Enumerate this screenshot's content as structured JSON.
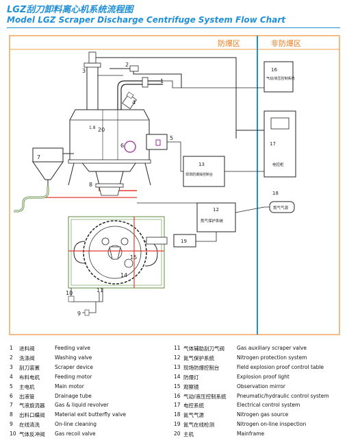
{
  "title": {
    "cn": "LGZ刮刀卸料离心机系统流程图",
    "en": "Model LGZ Scraper Discharge Centrifuge System Flow Chart"
  },
  "zones": {
    "explosion_proof": "防爆区",
    "non_explosion_proof": "非防爆区"
  },
  "diagram_labels": {
    "n1": "1",
    "n2": "2",
    "n3": "3",
    "n4": "4",
    "n5": "5",
    "n6": "6",
    "n7": "7",
    "n8": "8",
    "n9": "9",
    "n10": "10",
    "n11": "11",
    "n12": "12",
    "n13": "13",
    "n14": "14",
    "n15": "15",
    "n16": "16",
    "n17": "17",
    "n18": "18",
    "n19": "19",
    "n20": "20",
    "b16_text": "气动/液压控制系统",
    "b13_text": "现场防爆操控制台",
    "b12_text": "氮气保护系统",
    "b17_text": "电控柜",
    "b18_text": "氮气气源",
    "mark_18": "1.8"
  },
  "legend": [
    {
      "num": "1",
      "cn": "进料阀",
      "en": "Feeding valve"
    },
    {
      "num": "2",
      "cn": "洗涤阀",
      "en": "Washing valve"
    },
    {
      "num": "3",
      "cn": "刮刀装置",
      "en": "Scraper  device"
    },
    {
      "num": "4",
      "cn": "布料电机",
      "en": "Feeding motor"
    },
    {
      "num": "5",
      "cn": "主电机",
      "en": "Main motor"
    },
    {
      "num": "6",
      "cn": "出液管",
      "en": "Drainage tube"
    },
    {
      "num": "7",
      "cn": "气液旋流器",
      "en": "Gas & liquid revolver"
    },
    {
      "num": "8",
      "cn": "出料口蝶阀",
      "en": "Material exit butterfly valve"
    },
    {
      "num": "9",
      "cn": "在线清洗",
      "en": "On-line cleaning"
    },
    {
      "num": "10",
      "cn": "气体反冲阀",
      "en": "Gas recoil valve"
    },
    {
      "num": "11",
      "cn": "气体辅助刮刀气阀",
      "en": "Gas auxiliary scraper valve"
    },
    {
      "num": "12",
      "cn": "氮气保护系统",
      "en": "Nitrogen protection system"
    },
    {
      "num": "13",
      "cn": "现场防爆控制台",
      "en": "Field explosion proof control table"
    },
    {
      "num": "14",
      "cn": "防爆灯",
      "en": "Explosion proof light"
    },
    {
      "num": "15",
      "cn": "观察镜",
      "en": "Observation mirror"
    },
    {
      "num": "16",
      "cn": "气动/液压控制系统",
      "en": "Pneumatic/hydraulic control system"
    },
    {
      "num": "17",
      "cn": "电控系统",
      "en": "Electrical control system"
    },
    {
      "num": "18",
      "cn": "氮气气源",
      "en": "Nitrogen gas source"
    },
    {
      "num": "19",
      "cn": "氮气在线检测",
      "en": "Nitrogen on-line inspection"
    },
    {
      "num": "20",
      "cn": "主机",
      "en": "Mainframe"
    }
  ],
  "colors": {
    "title": "#1e8fd8",
    "zone_border": "#f0a050",
    "zone_label": "#e87d1e",
    "pipe_red": "#e23b2e",
    "line": "#222222",
    "frame_green": "#5c8a3a",
    "lilac": "#9a2a9a"
  }
}
